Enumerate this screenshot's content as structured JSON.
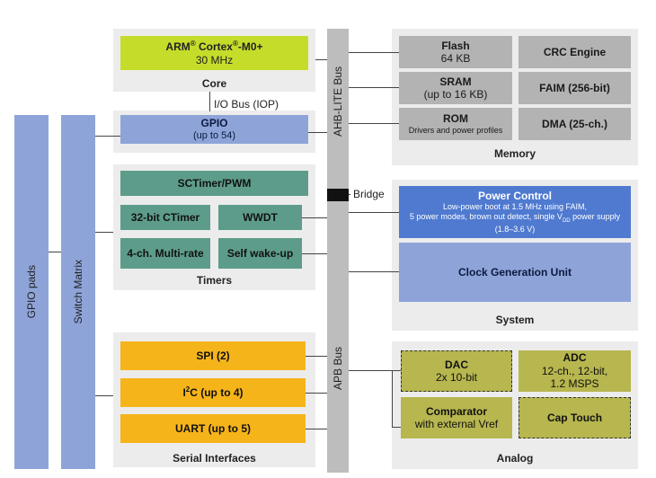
{
  "core": {
    "cpu_pre": "ARM",
    "reg": "®",
    "cpu_mid": " Cortex",
    "cpu_post": "-M0+",
    "freq": "30 MHz",
    "label": "Core"
  },
  "iobus": "I/O Bus (IOP)",
  "gpio": {
    "title": "GPIO",
    "sub": "(up to 54)"
  },
  "gpio_pads": "GPIO pads",
  "switch_matrix": "Switch Matrix",
  "ahb_bus": "AHB-LITE Bus",
  "apb_bus": "APB Bus",
  "bridge": "Bridge",
  "timers": {
    "sctimer": "SCTimer/PWM",
    "ctimer": "32-bit CTimer",
    "wwdt": "WWDT",
    "multirate": "4-ch. Multi-rate",
    "wakeup": "Self wake-up",
    "label": "Timers"
  },
  "serial": {
    "spi": "SPI (2)",
    "i2c_pre": "I",
    "i2c_sup": "2",
    "i2c_post": "C (up to 4)",
    "uart": "UART (up to 5)",
    "label": "Serial Interfaces"
  },
  "memory": {
    "flash": "Flash",
    "flash_size": "64 KB",
    "crc": "CRC Engine",
    "sram": "SRAM",
    "sram_size": "(up to 16 KB)",
    "faim": "FAIM (256-bit)",
    "rom": "ROM",
    "rom_sub": "Drivers and power profiles",
    "dma": "DMA (25-ch.)",
    "label": "Memory"
  },
  "system": {
    "power_title": "Power Control",
    "power_l1": "Low-power boot at 1.5 MHz using FAIM,",
    "power_l2_pre": "5 power modes, brown out detect, single V",
    "power_l2_sub": "DD",
    "power_l2_post": " power supply",
    "power_l3": "(1.8–3.6 V)",
    "clock": "Clock Generation Unit",
    "label": "System"
  },
  "analog": {
    "dac": "DAC",
    "dac_sub": "2x 10-bit",
    "adc": "ADC",
    "adc_l1": "12-ch., 12-bit,",
    "adc_l2": "1.2 MSPS",
    "comparator": "Comparator",
    "comparator_sub": "with external Vref",
    "captouch": "Cap Touch",
    "label": "Analog"
  },
  "colors": {
    "core": "#c6dc2a",
    "panel": "#ececec",
    "bus": "#bdbdbd",
    "teal": "#5d9c8a",
    "orange": "#f5b41a",
    "olive": "#b7b64f",
    "gray": "#b3b3b3",
    "blue": "#8ea4d9",
    "power_control": "#4f7ad0"
  }
}
